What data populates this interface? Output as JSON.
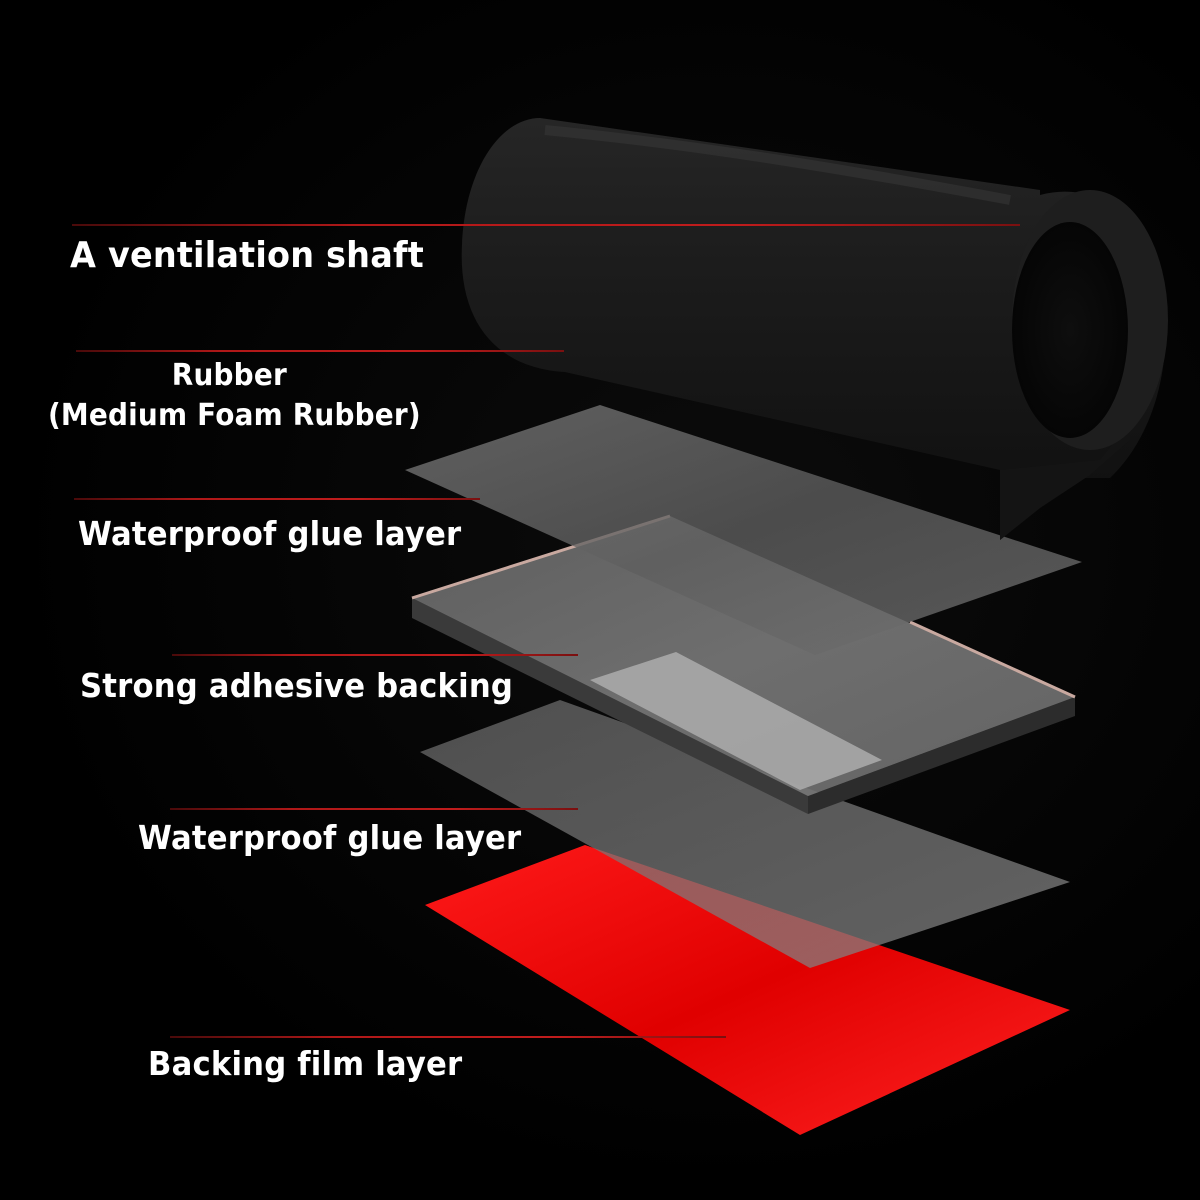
{
  "labels": {
    "shaft": "A ventilation shaft",
    "rubber_line1": "Rubber",
    "rubber_line2": "(Medium Foam Rubber)",
    "glue1": "Waterproof glue layer",
    "adhesive": "Strong adhesive backing",
    "glue2": "Waterproof glue layer",
    "film": "Backing film layer"
  },
  "colors": {
    "background": "#000000",
    "label_text": "#ffffff",
    "leader_line": "#c01c1c",
    "rubber": "#1a1a1a",
    "glue_layer": "#6e6e6e",
    "adhesive": "#9a9a9a",
    "backing_film": "#ff1010"
  }
}
